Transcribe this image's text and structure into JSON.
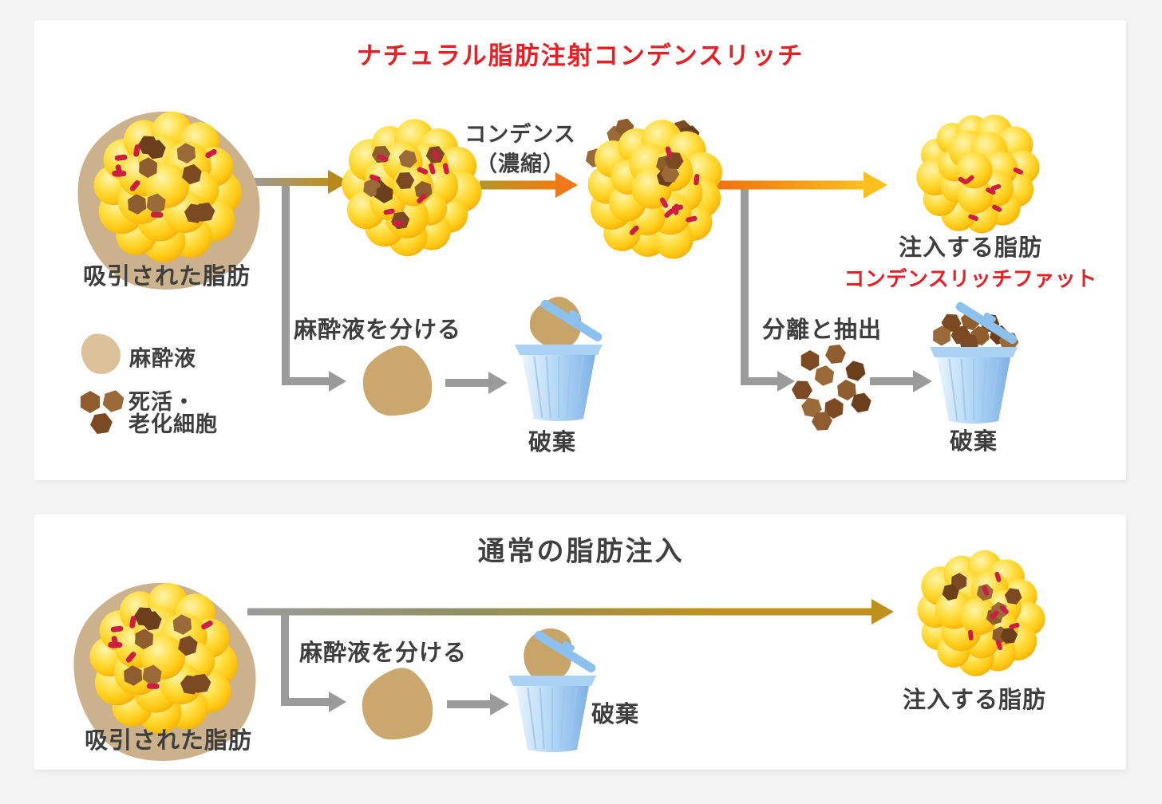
{
  "colors": {
    "background": "#f3f3f4",
    "panel": "#ffffff",
    "title_red": "#e32127",
    "text_dark": "#3e3e3e",
    "gray_arrow": "#9b9b9b",
    "gold_arrow": "#bf8f1c",
    "orange_arrow": "#ee7c12",
    "yellow_arrow": "#fdc01e",
    "fat_cell_yellow": "#ffd21e",
    "aspirated_fat_tan": "#cbb18c",
    "anesthetic_tan": "#c9a76d",
    "dead_cell_brown": "#8f5c2e",
    "red_fragment": "#ce1c45",
    "trash_bin_blue": "#a9d2f4"
  },
  "icons": {
    "fat_blob": "fat-blob-icon",
    "anesthetic_blob": "anesthetic-blob-icon",
    "dead_cells": "dead-cells-icon",
    "trash_bin": "trash-bin-icon",
    "arrow": "flow-arrow-icon"
  },
  "legend": {
    "anesthetic_label": "麻酔液",
    "dead_cells_label_line1": "死活・",
    "dead_cells_label_line2": "老化細胞"
  },
  "top_panel": {
    "title": "ナチュラル脂肪注射コンデンスリッチ",
    "aspirated_fat_label": "吸引された脂肪",
    "condense_label_line1": "コンデンス",
    "condense_label_line2": "（濃縮）",
    "separate_anesthetic_label": "麻酔液を分ける",
    "discard_label_anesthetic": "破棄",
    "separation_extraction_label": "分離と抽出",
    "discard_label_cells": "破棄",
    "injected_fat_label": "注入する脂肪",
    "injected_fat_sublabel": "コンデンスリッチファット"
  },
  "bottom_panel": {
    "title": "通常の脂肪注入",
    "aspirated_fat_label": "吸引された脂肪",
    "separate_anesthetic_label": "麻酔液を分ける",
    "discard_label": "破棄",
    "injected_fat_label": "注入する脂肪"
  }
}
